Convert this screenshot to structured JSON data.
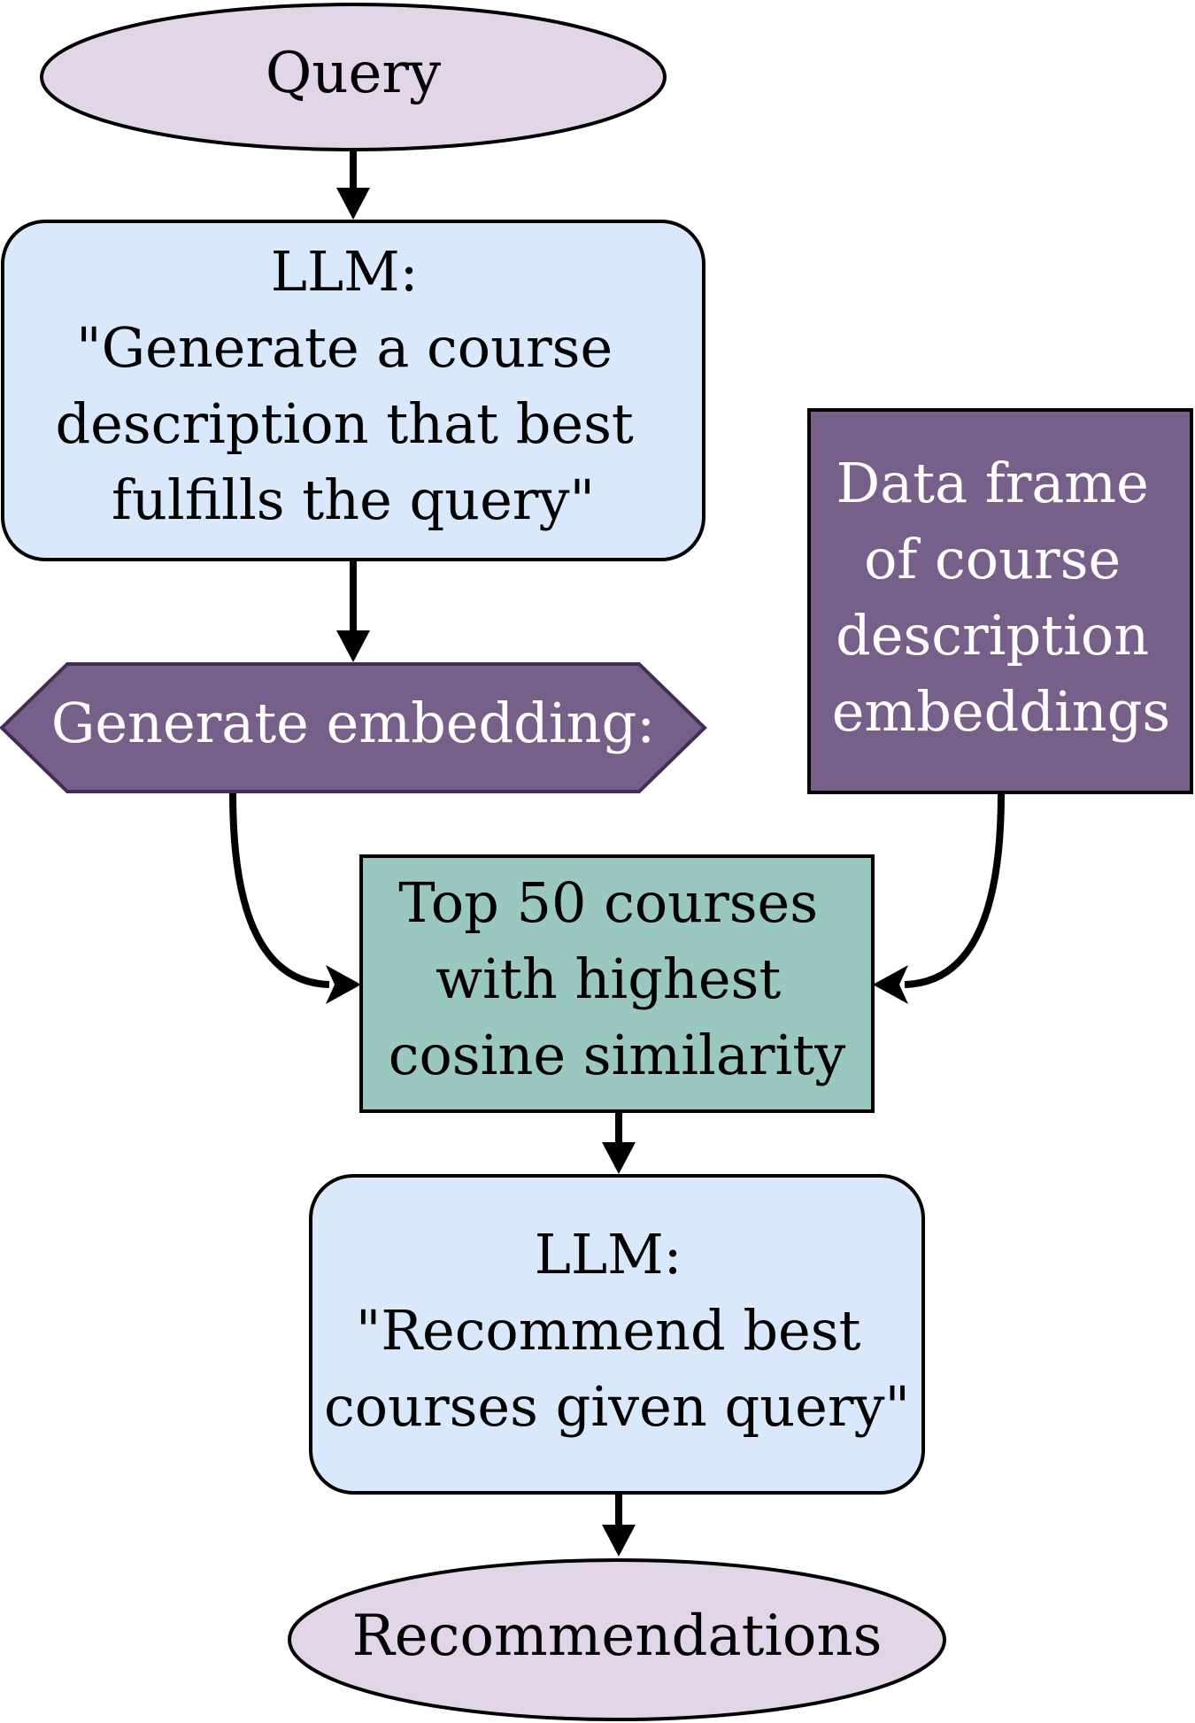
{
  "nodes": {
    "query": {
      "lines": [
        "Query"
      ]
    },
    "llm_generate": {
      "lines": [
        "LLM:",
        "\"Generate a course",
        "description that best",
        "fulfills the query\""
      ]
    },
    "generate_embedding": {
      "lines": [
        "Generate embedding:"
      ]
    },
    "data_frame": {
      "lines": [
        "Data frame",
        "of course",
        "description",
        "embeddings"
      ]
    },
    "top_courses": {
      "lines": [
        "Top 50 courses",
        "with highest",
        "cosine similarity"
      ]
    },
    "llm_recommend": {
      "lines": [
        "LLM:",
        "\"Recommend best",
        "courses given query\""
      ]
    },
    "recommendations": {
      "lines": [
        "Recommendations"
      ]
    }
  },
  "colors": {
    "terminal_fill": "#e1d5e7",
    "process_fill": "#dae8fc",
    "dark_purple_fill": "#76608a",
    "dark_purple_stroke": "#432d57",
    "teal_fill": "#9ac7bf",
    "stroke": "#000000"
  }
}
